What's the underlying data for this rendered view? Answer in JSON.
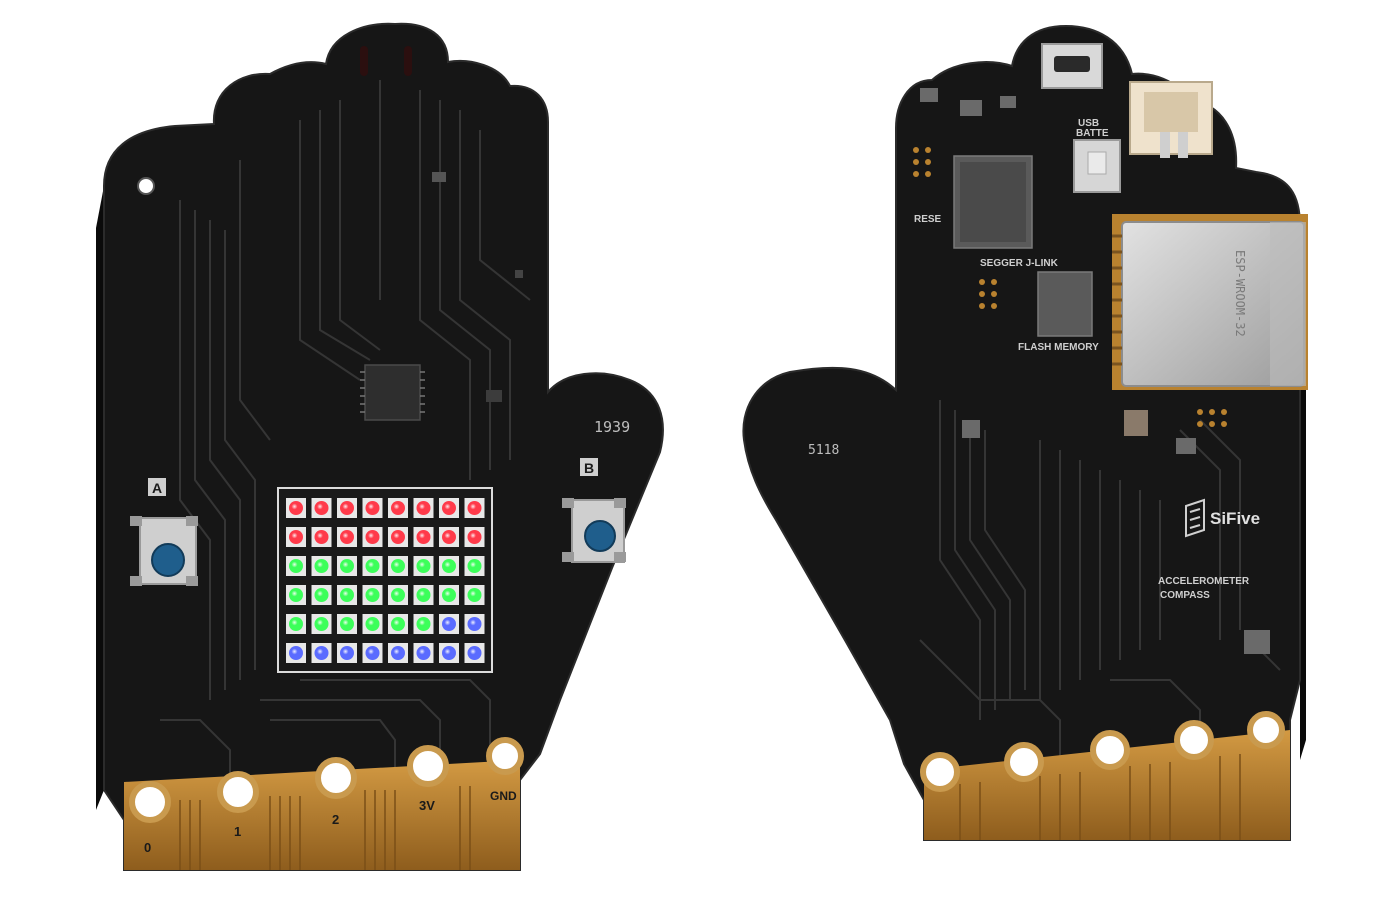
{
  "front_board": {
    "pin_labels": [
      "0",
      "1",
      "2",
      "3V",
      "GND"
    ],
    "button_labels": [
      "A",
      "B"
    ],
    "board_code": "1939",
    "led_matrix": {
      "rows": 6,
      "cols": 8,
      "row_colors": [
        "#ff3a4a",
        "#ff3a4a",
        "#3cff5a",
        "#3cff5a",
        "#5a6bff",
        "#5a6bff"
      ],
      "mixed_row_colors": [
        [
          "#3cff5a",
          "#3cff5a",
          "#3cff5a",
          "#3cff5a",
          "#3cff5a",
          "#3cff5a",
          "#3cff5a",
          "#3cff5a"
        ],
        [
          "#3cff5a",
          "#3cff5a",
          "#3cff5a",
          "#3cff5a",
          "#3cff5a",
          "#3cff5a",
          "#5a6bff",
          "#5a6bff"
        ],
        [
          "#5a6bff",
          "#5a6bff",
          "#5a6bff",
          "#5a6bff",
          "#5a6bff",
          "#5a6bff",
          "#5a6bff",
          "#5a6bff"
        ]
      ]
    }
  },
  "back_board": {
    "labels": {
      "usb": "USB",
      "battery": "BATTE",
      "reset": "RESE",
      "jlink": "SEGGER J-LINK",
      "flash": "FLASH MEMORY",
      "module": "ESP-WROOM-32",
      "brand": "SiFive",
      "accel": "ACCELEROMETER",
      "compass": "COMPASS",
      "board_code": "5118"
    }
  },
  "colors": {
    "pcb": "#161616",
    "pcb_edge": "#2a2a2a",
    "trace": "#3a3a3a",
    "gold": "#b9822f",
    "button_cap": "#1f5e8c",
    "module_shield": "#c9c9c9"
  }
}
